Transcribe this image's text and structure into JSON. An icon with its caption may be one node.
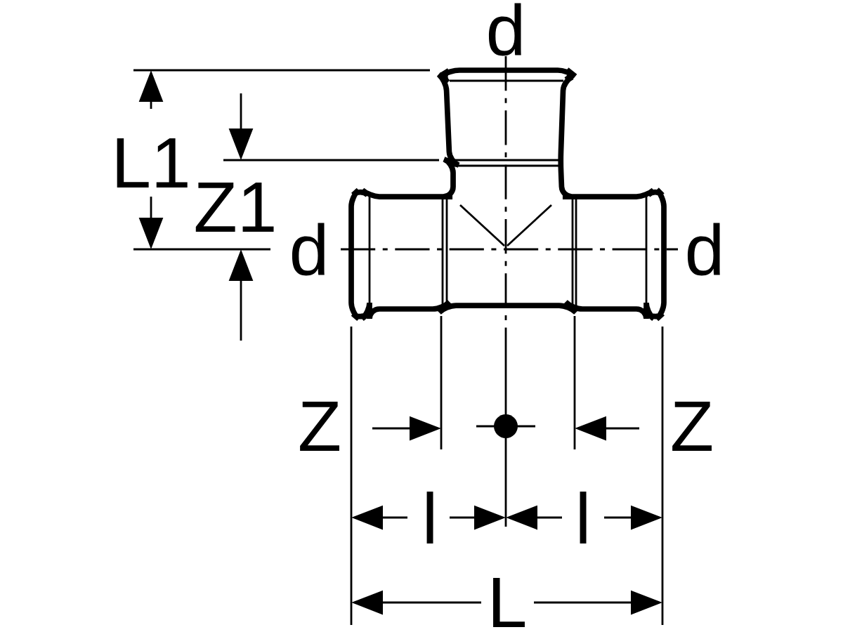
{
  "diagram": {
    "labels": [
      "d",
      "L1",
      "Z1",
      "d",
      "d",
      "Z",
      "Z",
      "l",
      "l",
      "L"
    ]
  }
}
